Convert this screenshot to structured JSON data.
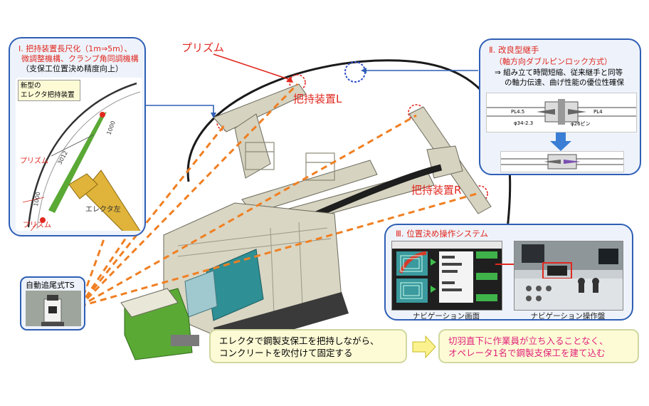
{
  "labels": {
    "prism_top": "プリズム",
    "holder_l": "把持装置L",
    "holder_r": "把持装置R"
  },
  "panel1": {
    "title_line1": "Ⅰ. 把持装置長尺化（1m⇒5m）、",
    "title_line2": "微調整機構、クランプ角同調機構",
    "subtitle": "（支保工位置決め精度向上）",
    "note_line1": "新型の",
    "note_line2": "エレクタ把持装置",
    "prism_upper": "プリズム",
    "prism_lower": "プリズム",
    "erector_left": "エレクタ左",
    "dim_top": "1000",
    "dim_mid": "3012",
    "dim_bottom": "1000"
  },
  "panel2": {
    "title": "Ⅱ. 改良型継手",
    "subtitle": "（軸方向ダブルピンロック方式）",
    "bullet_line1": "⇒ 組み立て時間短縮、従来継手と同等",
    "bullet_line2": "の軸力伝達、曲げ性能の優位性確保",
    "plate_left": "PL4.5",
    "plate_right": "PL4",
    "pin_left": "φ34-2.3",
    "pin_right": "φ26ピン"
  },
  "panel3": {
    "title": "Ⅲ. 位置決め操作システム",
    "caption_left": "ナビゲーション画面",
    "caption_right": "ナビゲーション操作盤"
  },
  "ts": {
    "title": "自動追尾式TS"
  },
  "bottom": {
    "left_line1": "エレクタで鋼製支保工を把持しながら、",
    "left_line2": "コンクリートを吹付けて固定する",
    "arrow": "⇨",
    "right_line1": "切羽直下に作業員が立ち入ることなく、",
    "right_line2": "オペレータ1名で鋼製支保工を建て込む"
  },
  "colors": {
    "panel_border": "#2f5fb5",
    "panel_fill": "#eef3fb",
    "red": "#e0281f",
    "orange": "#f07f22",
    "magenta": "#e0207a",
    "callout_fill": "#fdfbd6",
    "machine": "#d9d6c4",
    "green": "#5aa935",
    "teal": "#2e8f94"
  }
}
